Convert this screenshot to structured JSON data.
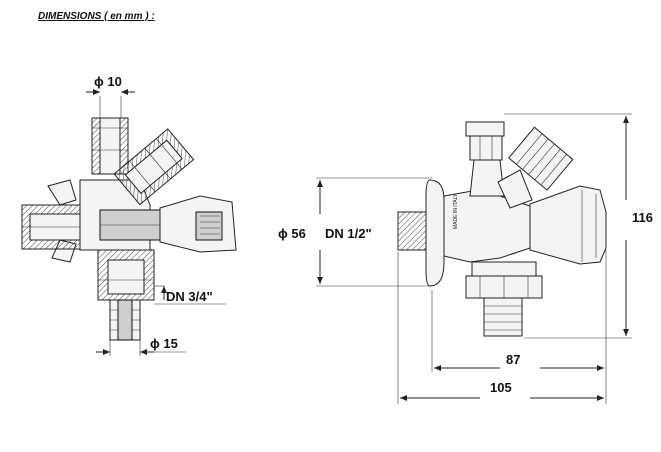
{
  "title": "DIMENSIONS ( en mm ) :",
  "left_view": {
    "top_diameter": "ϕ 10",
    "thread_label": "DN 3/4\"",
    "bottom_diameter": "ϕ 15"
  },
  "right_view": {
    "flange_diameter": "ϕ 56",
    "thread_label": "DN 1/2\"",
    "height": "116",
    "width_body": "87",
    "width_total": "105",
    "marking": "MADE IN ITALY"
  }
}
